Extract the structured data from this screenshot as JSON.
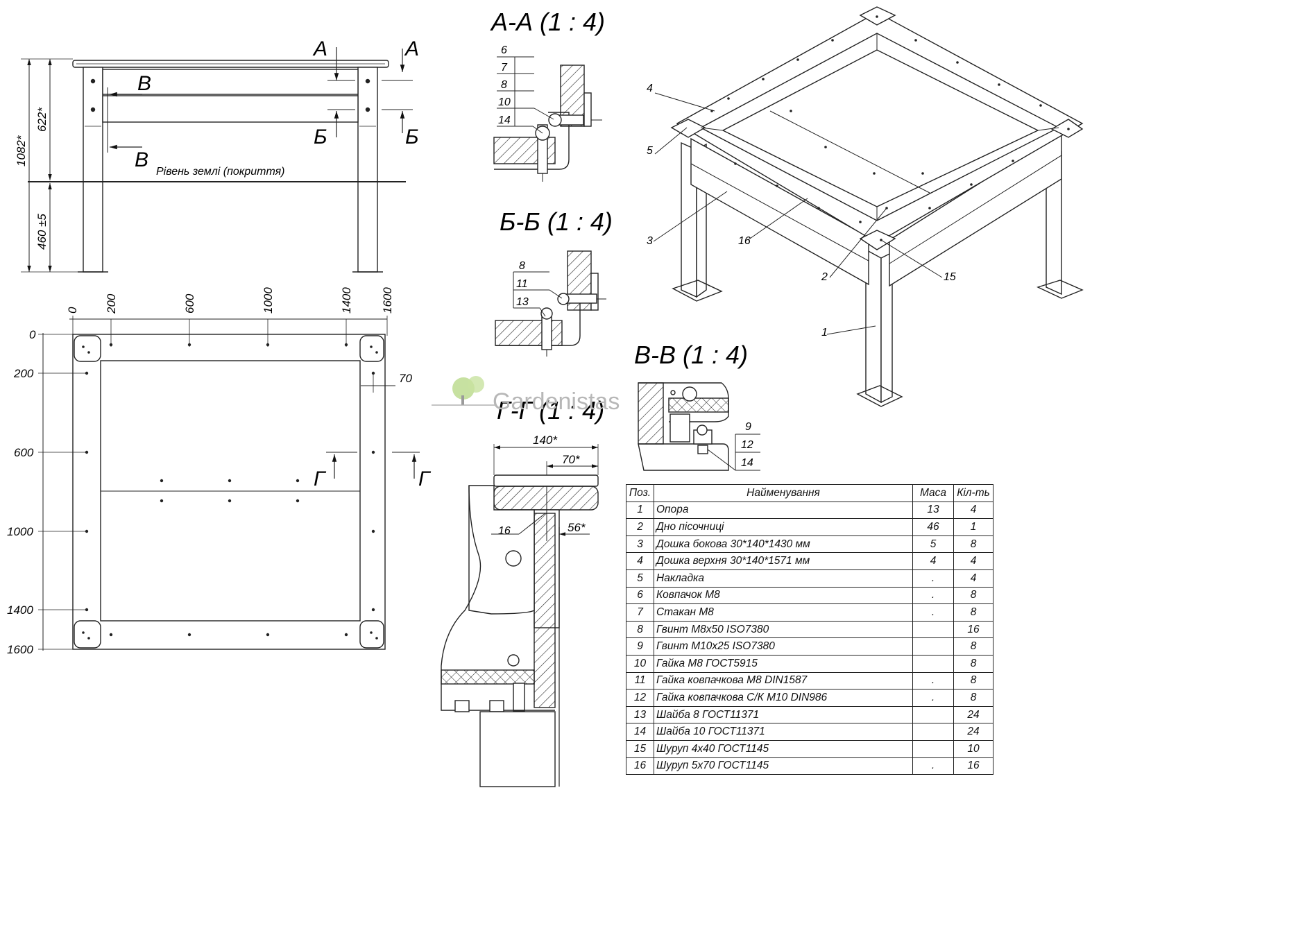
{
  "watermark": "Gardenistas",
  "front_view": {
    "dim_total": "1082*",
    "dim_upper": "622*",
    "dim_lower": "460 ±5",
    "ground_label": "Рівень землі (покриття)",
    "cut_a": "А",
    "cut_b": "Б",
    "cut_v": "В"
  },
  "plan_view": {
    "top_ticks": [
      "0",
      "200",
      "600",
      "1000",
      "1400",
      "1600"
    ],
    "left_ticks": [
      "0",
      "200",
      "600",
      "1000",
      "1400",
      "1600"
    ],
    "dim_70": "70",
    "cut_g": "Г"
  },
  "sections": {
    "aa": {
      "title": "А-А (1 : 4)",
      "callouts": [
        "6",
        "7",
        "8",
        "10",
        "14"
      ]
    },
    "bb": {
      "title": "Б-Б (1 : 4)",
      "callouts": [
        "8",
        "11",
        "13"
      ]
    },
    "vv": {
      "title": "В-В (1 : 4)",
      "callouts": [
        "9",
        "12",
        "14"
      ]
    },
    "gg": {
      "title": "Г-Г (1 : 4)",
      "dim_140": "140*",
      "dim_70": "70*",
      "dim_56": "56*",
      "callout": "16"
    }
  },
  "iso_view": {
    "callouts": [
      "4",
      "5",
      "3",
      "16",
      "2",
      "15",
      "1"
    ]
  },
  "spec_table": {
    "headers": [
      "Поз.",
      "Найменування",
      "Маса",
      "Кіл-ть"
    ],
    "rows": [
      [
        "1",
        "Опора",
        "13",
        "4"
      ],
      [
        "2",
        "Дно пісочниці",
        "46",
        "1"
      ],
      [
        "3",
        "Дошка бокова 30*140*1430 мм",
        "5",
        "8"
      ],
      [
        "4",
        "Дошка верхня 30*140*1571 мм",
        "4",
        "4"
      ],
      [
        "5",
        "Накладка",
        ".",
        "4"
      ],
      [
        "6",
        "Ковпачок М8",
        ".",
        "8"
      ],
      [
        "7",
        "Стакан М8",
        ".",
        "8"
      ],
      [
        "8",
        "Гвинт М8х50 ISO7380",
        "",
        "16"
      ],
      [
        "9",
        "Гвинт М10х25 ISO7380",
        "",
        "8"
      ],
      [
        "10",
        "Гайка М8 ГОСТ5915",
        "",
        "8"
      ],
      [
        "11",
        "Гайка ковпачкова М8 DIN1587",
        ".",
        "8"
      ],
      [
        "12",
        "Гайка ковпачкова С/К М10 DIN986",
        ".",
        "8"
      ],
      [
        "13",
        "Шайба 8 ГОСТ11371",
        "",
        "24"
      ],
      [
        "14",
        "Шайба 10 ГОСТ11371",
        "",
        "24"
      ],
      [
        "15",
        "Шуруп 4х40 ГОСТ1145",
        "",
        "10"
      ],
      [
        "16",
        "Шуруп 5х70 ГОСТ1145",
        ".",
        "16"
      ]
    ]
  }
}
